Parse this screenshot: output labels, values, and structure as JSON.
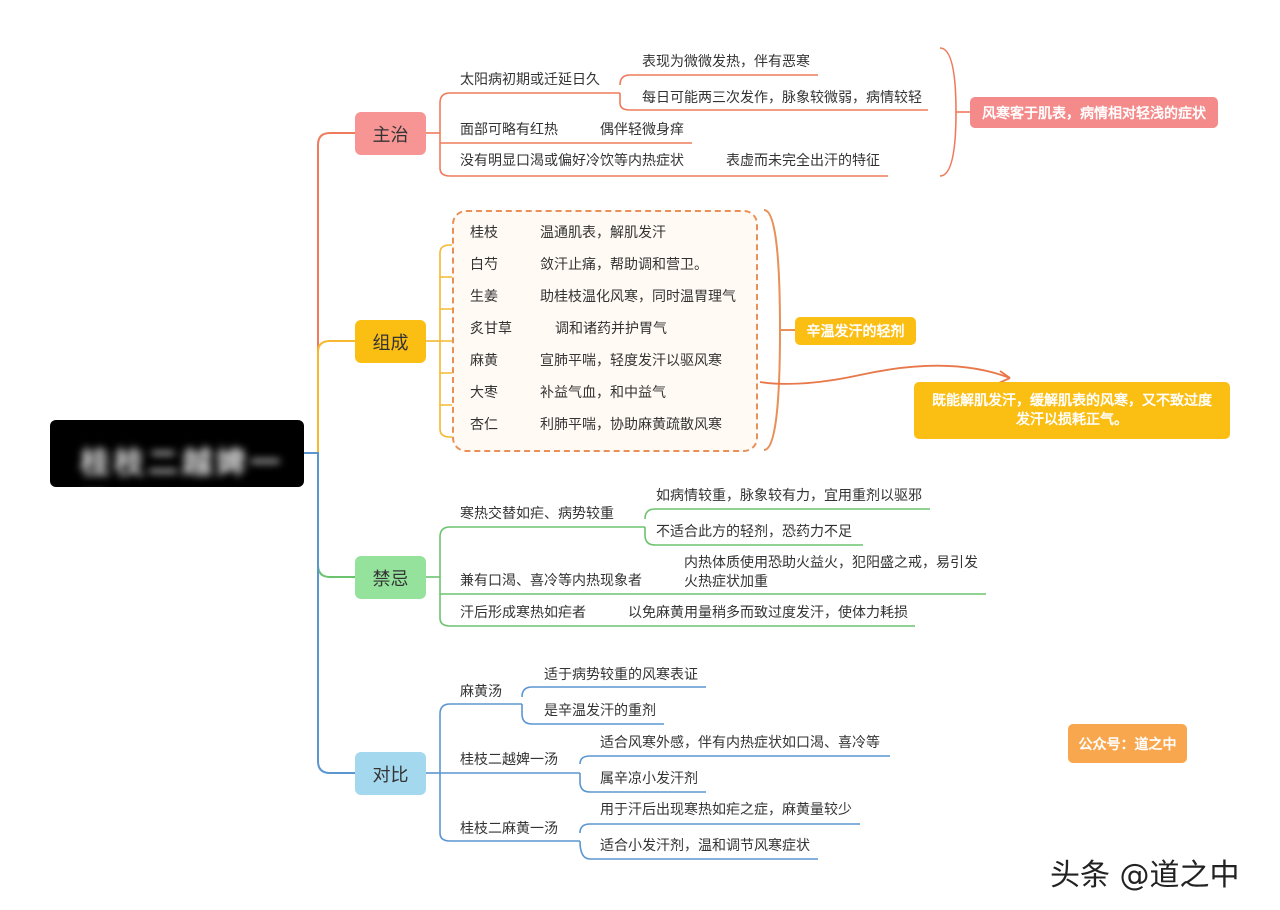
{
  "root": {
    "label": "桂枝二越婢一汤"
  },
  "colors": {
    "zhuzhi": "#f28b8b",
    "zucheng": "#fbbe13",
    "jinji": "#90e09a",
    "duibi": "#9fd7ec",
    "callout_red": "#f58a8a",
    "callout_orange": "#f9a74e"
  },
  "zhuzhi": {
    "label": "主治",
    "items": [
      {
        "text": "太阳病初期或迁延日久",
        "subs": [
          "表现为微微发热，伴有恶寒",
          "每日可能两三次发作，脉象较微弱，病情较轻"
        ]
      },
      {
        "text": "面部可略有红热",
        "subs": [
          "偶伴轻微身痒"
        ]
      },
      {
        "text": "没有明显口渴或偏好冷饮等内热症状",
        "subs": [
          "表虚而未完全出汗的特征"
        ]
      }
    ],
    "summary": "风寒客于肌表，病情相对轻浅的症状"
  },
  "zucheng": {
    "label": "组成",
    "herbs": [
      {
        "name": "桂枝",
        "desc": "温通肌表，解肌发汗"
      },
      {
        "name": "白芍",
        "desc": "敛汗止痛，帮助调和营卫。"
      },
      {
        "name": "生姜",
        "desc": "助桂枝温化风寒，同时温胃理气"
      },
      {
        "name": "炙甘草",
        "desc": "调和诸药并护胃气"
      },
      {
        "name": "麻黄",
        "desc": "宣肺平喘，轻度发汗以驱风寒"
      },
      {
        "name": "大枣",
        "desc": "补益气血，和中益气"
      },
      {
        "name": "杏仁",
        "desc": "利肺平喘，协助麻黄疏散风寒"
      }
    ],
    "summary": "辛温发汗的轻剂",
    "note": "既能解肌发汗，缓解肌表的风寒，又不致过度发汗以损耗正气。"
  },
  "jinji": {
    "label": "禁忌",
    "items": [
      {
        "text": "寒热交替如疟、病势较重",
        "subs": [
          "如病情较重，脉象较有力，宜用重剂以驱邪",
          "不适合此方的轻剂，恐药力不足"
        ]
      },
      {
        "text": "兼有口渴、喜冷等内热现象者",
        "subs": [
          "内热体质使用恐助火益火，犯阳盛之戒，易引发",
          "火热症状加重"
        ]
      },
      {
        "text": "汗后形成寒热如疟者",
        "subs": [
          "以免麻黄用量稍多而致过度发汗，使体力耗损"
        ]
      }
    ]
  },
  "duibi": {
    "label": "对比",
    "items": [
      {
        "text": "麻黄汤",
        "subs": [
          "适于病势较重的风寒表证",
          "是辛温发汗的重剂"
        ]
      },
      {
        "text": "桂枝二越婢一汤",
        "subs": [
          "适合风寒外感，伴有内热症状如口渴、喜冷等",
          "属辛凉小发汗剂"
        ]
      },
      {
        "text": "桂枝二麻黄一汤",
        "subs": [
          "用于汗后出现寒热如疟之症，麻黄量较少",
          "适合小发汗剂，温和调节风寒症状"
        ]
      }
    ]
  },
  "badge": "公众号：道之中",
  "watermark": "头条 @道之中"
}
